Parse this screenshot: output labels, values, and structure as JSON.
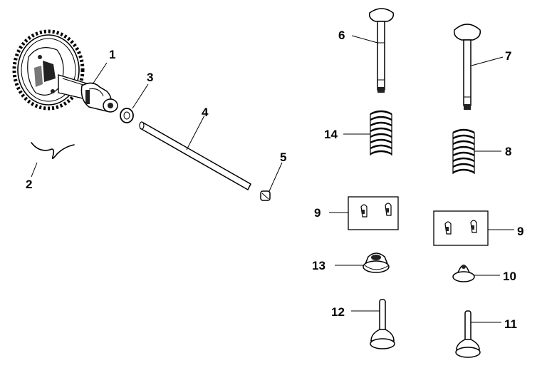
{
  "callouts": {
    "c1": "1",
    "c2": "2",
    "c3": "3",
    "c4": "4",
    "c5": "5",
    "c6": "6",
    "c7": "7",
    "c8": "8",
    "c9a": "9",
    "c9b": "9",
    "c10": "10",
    "c11": "11",
    "c12": "12",
    "c13": "13",
    "c14": "14"
  }
}
